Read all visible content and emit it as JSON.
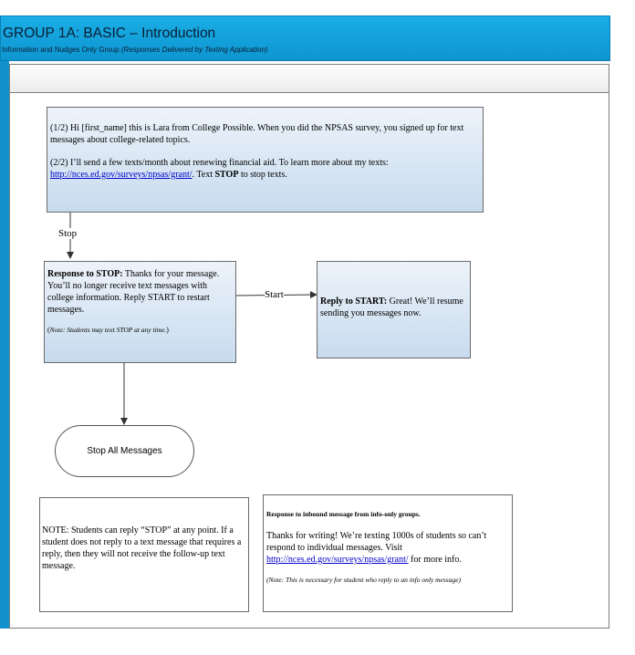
{
  "header": {
    "title": "GROUP 1A: BASIC – Introduction",
    "subtitle_main": "Information and Nudges Only Group ",
    "subtitle_note": "(Responses Delivered by Texting Application)"
  },
  "intro_box": {
    "p1": "(1/2) Hi [first_name] this is Lara from College Possible. When you did the NPSAS survey, you signed up for text messages about college-related topics.",
    "p2_before": "(2/2) I’ll send a few texts/month about renewing financial aid. To learn more about my texts: ",
    "p2_link": "http://nces.ed.gov/surveys/npsas/grant/",
    "p2_mid": ". Text ",
    "p2_bold": "STOP",
    "p2_after": " to stop texts."
  },
  "stop_label": "Stop",
  "start_label": "Start",
  "stop_box": {
    "bold": "Response to STOP:",
    "text": " Thanks for your message. You’ll no longer receive text messages with college information. Reply START to restart messages.",
    "note_open": "(",
    "note": "Note: Students may text STOP at any time.",
    "note_close": ")"
  },
  "start_box": {
    "bold": "Reply to START:",
    "text": " Great! We’ll resume sending you messages now."
  },
  "terminal": "Stop All Messages",
  "note_box": {
    "text": "NOTE:   Students can reply “STOP” at any point. If a student does not reply to a text message that requires a reply, then they will not receive the follow-up text message."
  },
  "inbound_box": {
    "heading": "Response to inbound message from info-only groups.",
    "text_before": "Thanks for writing! We’re texting 1000s of students so can’t respond to individual messages. Visit ",
    "link": "http://nces.ed.gov/surveys/npsas/grant/",
    "text_after": " for more info.",
    "note": "(Note: This is necessary for student who reply to an info only message)"
  }
}
